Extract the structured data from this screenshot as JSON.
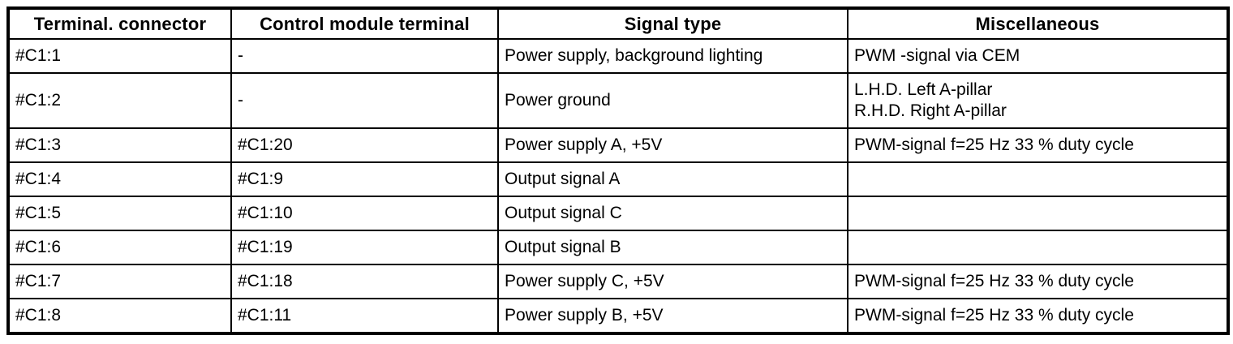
{
  "colors": {
    "border": "#000000",
    "text": "#000000",
    "background": "#ffffff"
  },
  "table": {
    "columns": [
      {
        "label": "Terminal. connector"
      },
      {
        "label": "Control module terminal"
      },
      {
        "label": "Signal type"
      },
      {
        "label": "Miscellaneous"
      }
    ],
    "rows": [
      {
        "terminal_connector": "#C1:1",
        "control_module_terminal": "-",
        "signal_type": "Power supply, background lighting",
        "miscellaneous": "PWM -signal via CEM"
      },
      {
        "terminal_connector": "#C1:2",
        "control_module_terminal": "-",
        "signal_type": "Power ground",
        "miscellaneous": "L.H.D. Left A-pillar\nR.H.D. Right A-pillar"
      },
      {
        "terminal_connector": "#C1:3",
        "control_module_terminal": "#C1:20",
        "signal_type": "Power supply A, +5V",
        "miscellaneous": "PWM-signal f=25 Hz 33 % duty cycle"
      },
      {
        "terminal_connector": "#C1:4",
        "control_module_terminal": "#C1:9",
        "signal_type": "Output signal A",
        "miscellaneous": ""
      },
      {
        "terminal_connector": "#C1:5",
        "control_module_terminal": "#C1:10",
        "signal_type": "Output signal C",
        "miscellaneous": ""
      },
      {
        "terminal_connector": "#C1:6",
        "control_module_terminal": "#C1:19",
        "signal_type": "Output signal B",
        "miscellaneous": ""
      },
      {
        "terminal_connector": "#C1:7",
        "control_module_terminal": "#C1:18",
        "signal_type": "Power supply C, +5V",
        "miscellaneous": "PWM-signal f=25 Hz 33 % duty cycle"
      },
      {
        "terminal_connector": "#C1:8",
        "control_module_terminal": "#C1:11",
        "signal_type": "Power supply B, +5V",
        "miscellaneous": "PWM-signal f=25 Hz 33 % duty cycle"
      }
    ]
  }
}
